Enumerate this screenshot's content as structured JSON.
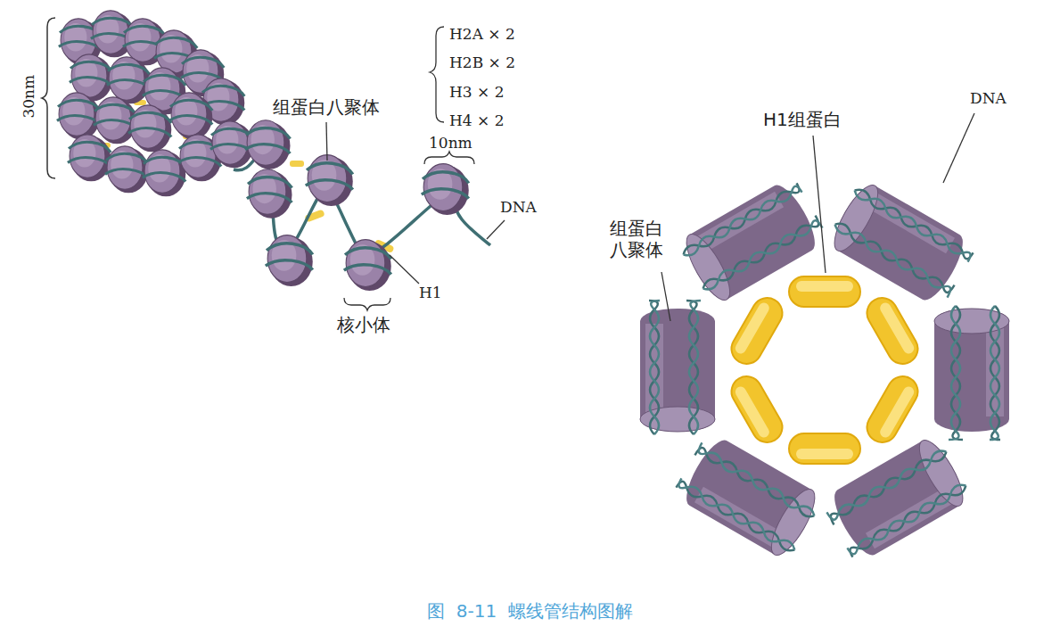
{
  "diagram": {
    "caption": "图 8-11 螺线管结构图解",
    "labels": [
      "30nm",
      "H2A × 2",
      "H2B × 2",
      "H3 × 2",
      "H4 × 2",
      "组蛋白八聚体",
      "10nm",
      "DNA",
      "H1",
      "核小体",
      "H1组蛋白",
      "DNA",
      "组蛋白 八聚体"
    ]
  }
}
